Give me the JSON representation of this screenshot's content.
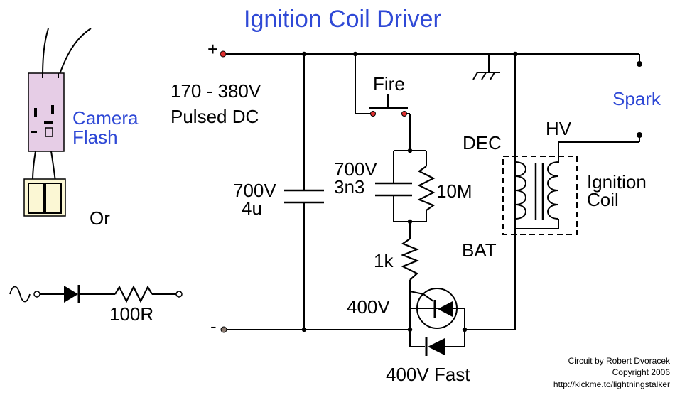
{
  "title": "Ignition Coil Driver",
  "colors": {
    "title": "#2f49d6",
    "wire": "#000000",
    "flash_body": "#e6cde6",
    "battery": "#fbf7d4",
    "terminal_plus": "#e03030",
    "terminal_minus": "#8a7a70"
  },
  "supply": {
    "plus_sign": "+",
    "minus_sign": "-",
    "voltage": "170 - 380V",
    "type": "Pulsed DC"
  },
  "source_options": {
    "camera_flash_line1": "Camera",
    "camera_flash_line2": "Flash",
    "or": "Or",
    "resistor": "100R",
    "ac_icon": "ac-source-icon"
  },
  "components": {
    "switch": "Fire",
    "main_cap_voltage": "700V",
    "main_cap_value": "4u",
    "trigger_cap_voltage": "700V",
    "trigger_cap_value": "3n3",
    "resistor_10m": "10M",
    "resistor_1k": "1k",
    "scr": "400V",
    "fast_diode": "400V Fast",
    "coil_dec": "DEC",
    "coil_hv": "HV",
    "coil_bat": "BAT",
    "coil_name_line1": "Ignition",
    "coil_name_line2": "Coil",
    "spark": "Spark"
  },
  "credits": {
    "line1": "Circuit by Robert Dvoracek",
    "line2": "Copyright 2006",
    "line3": "http://kickme.to/lightningstalker"
  }
}
